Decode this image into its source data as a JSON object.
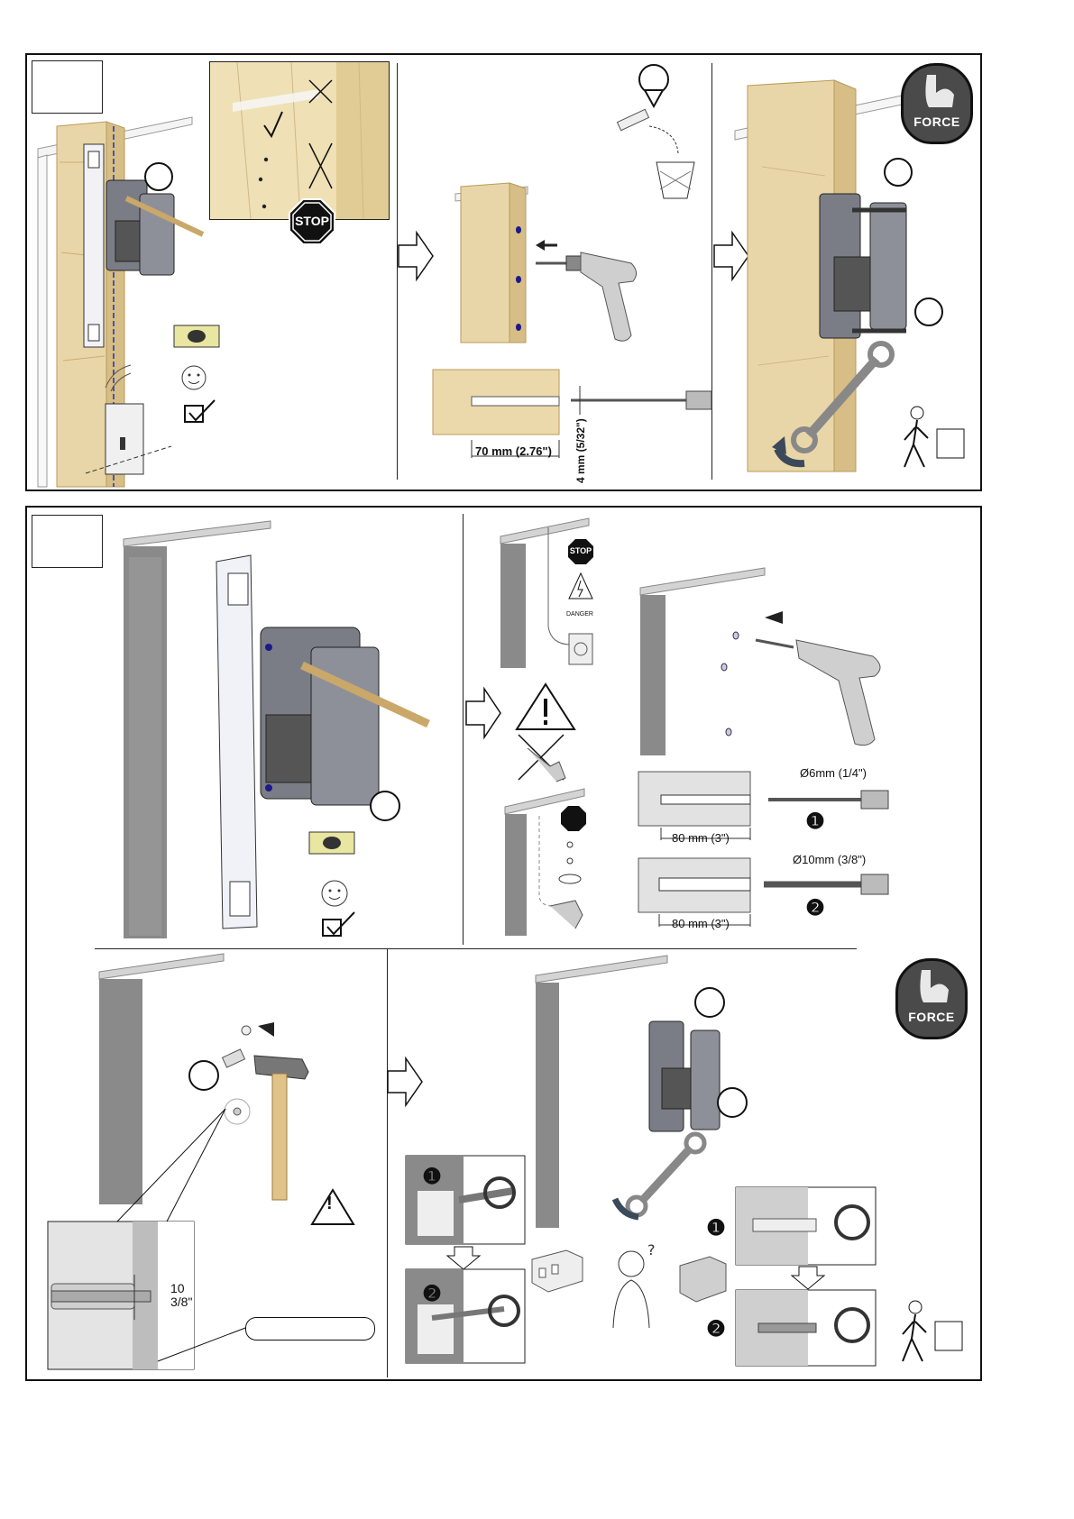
{
  "panel_top": {
    "dimension_depth": "70 mm (2.76\")",
    "dimension_drill": "4 mm (5/32\")",
    "stop_sign": "STOP",
    "force_badge": "FORCE"
  },
  "panel_bottom": {
    "stop_sign": "STOP",
    "danger_label": "DANGER",
    "drill1_diameter": "Ø6mm (1/4\")",
    "drill1_depth": "80  mm (3\")",
    "drill2_diameter": "Ø10mm (3/8\")",
    "drill2_depth": "80  mm (3\")",
    "step_num_1": "❶",
    "step_num_2": "❷",
    "gap_value": "10",
    "gap_unit": "3/8\"",
    "force_badge": "FORCE",
    "warning_mark": "!"
  },
  "colors": {
    "wood": "#e9d6a8",
    "wood_dark": "#d7bd86",
    "stone": "#8a8a8a",
    "metal": "#7b7d86",
    "badge": "#4a4a4a"
  }
}
